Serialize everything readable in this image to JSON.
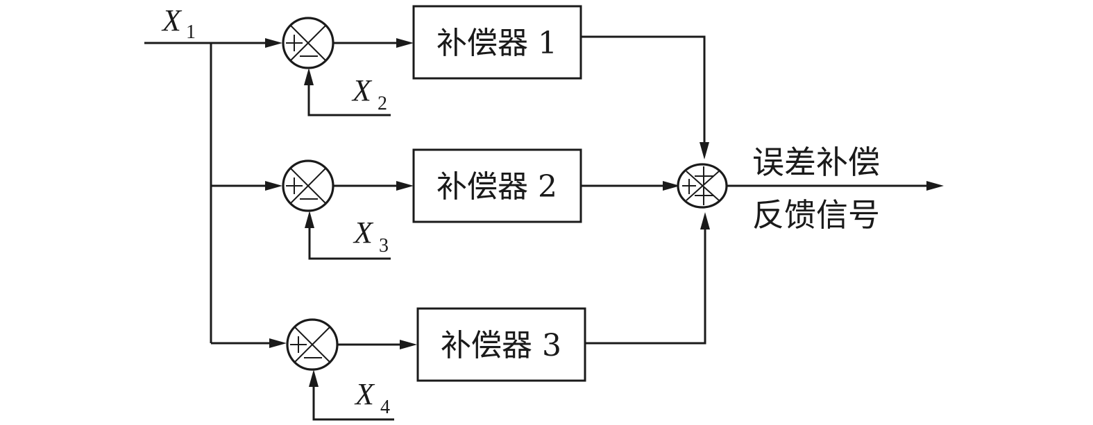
{
  "diagram": {
    "type": "block-diagram",
    "input": {
      "symbol": "X",
      "subscript": "1"
    },
    "branches": [
      {
        "id": 1,
        "summing_junction": {
          "plus_input": "X1",
          "minus_input": "X2"
        },
        "feedback": {
          "symbol": "X",
          "subscript": "2"
        },
        "block_label": "补偿器 1"
      },
      {
        "id": 2,
        "summing_junction": {
          "plus_input": "X1",
          "minus_input": "X3"
        },
        "feedback": {
          "symbol": "X",
          "subscript": "3"
        },
        "block_label": "补偿器 2"
      },
      {
        "id": 3,
        "summing_junction": {
          "plus_input": "X1",
          "minus_input": "X4"
        },
        "feedback": {
          "symbol": "X",
          "subscript": "4"
        },
        "block_label": "补偿器 3"
      }
    ],
    "output_junction": {
      "signs": [
        "+",
        "+",
        "+"
      ]
    },
    "output": {
      "line1": "误差补偿",
      "line2": "反馈信号"
    }
  }
}
